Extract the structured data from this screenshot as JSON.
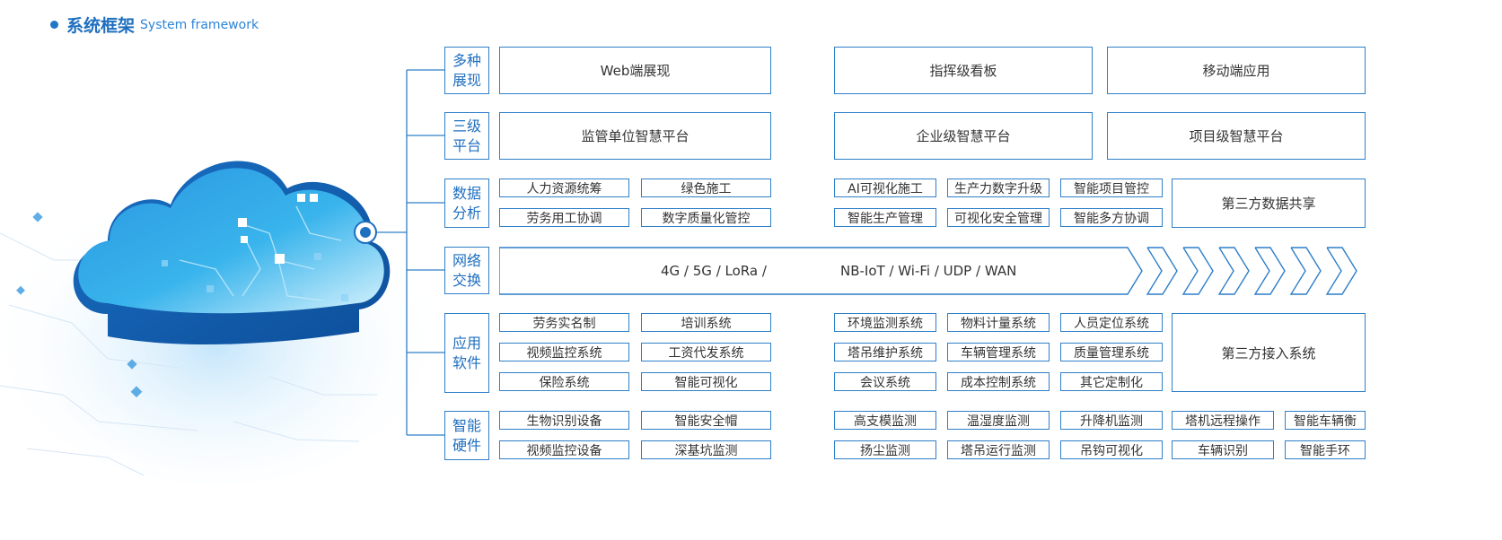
{
  "header": {
    "title_zh": "系统框架",
    "title_en": "System framework"
  },
  "rows": {
    "display": {
      "label_line1": "多种",
      "label_line2": "展现",
      "items": [
        "Web端展现",
        "指挥级看板",
        "移动端应用"
      ]
    },
    "platform": {
      "label_line1": "三级",
      "label_line2": "平台",
      "items": [
        "监管单位智慧平台",
        "企业级智慧平台",
        "项目级智慧平台"
      ]
    },
    "analysis": {
      "label_line1": "数据",
      "label_line2": "分析",
      "items": [
        "人力资源统筹",
        "绿色施工",
        "AI可视化施工",
        "生产力数字升级",
        "智能项目管控",
        "劳务用工协调",
        "数字质量化管控",
        "智能生产管理",
        "可视化安全管理",
        "智能多方协调"
      ],
      "share": "第三方数据共享"
    },
    "network": {
      "label_line1": "网络",
      "label_line2": "交换",
      "text_left": "4G / 5G / LoRa /",
      "text_right": "NB-IoT / Wi-Fi / UDP / WAN"
    },
    "software": {
      "label_line1": "应用",
      "label_line2": "软件",
      "items": [
        "劳务实名制",
        "培训系统",
        "环境监测系统",
        "物料计量系统",
        "人员定位系统",
        "视频监控系统",
        "工资代发系统",
        "塔吊维护系统",
        "车辆管理系统",
        "质量管理系统",
        "保险系统",
        "智能可视化",
        "会议系统",
        "成本控制系统",
        "其它定制化"
      ],
      "access": "第三方接入系统"
    },
    "hardware": {
      "label_line1": "智能",
      "label_line2": "硬件",
      "items": [
        "生物识别设备",
        "智能安全帽",
        "高支模监测",
        "温湿度监测",
        "升降机监测",
        "塔机远程操作",
        "智能车辆衡",
        "视频监控设备",
        "深基坑监测",
        "扬尘监测",
        "塔吊运行监测",
        "吊钩可视化",
        "车辆识别",
        "智能手环"
      ]
    }
  },
  "colors": {
    "accent": "#2f7fc8",
    "title": "#1f6fbf",
    "cloud_light": "#7fd0f5",
    "cloud_dark": "#1a6fc4"
  }
}
